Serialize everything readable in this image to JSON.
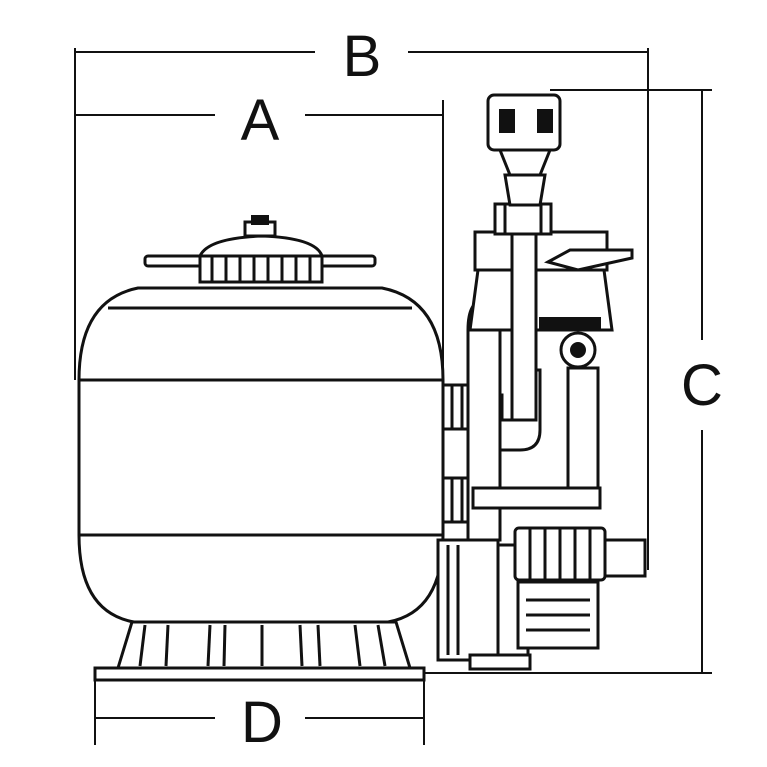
{
  "dimensions": {
    "A": "A",
    "B": "B",
    "C": "C",
    "D": "D"
  },
  "colors": {
    "line": "#111111",
    "background": "#ffffff"
  }
}
